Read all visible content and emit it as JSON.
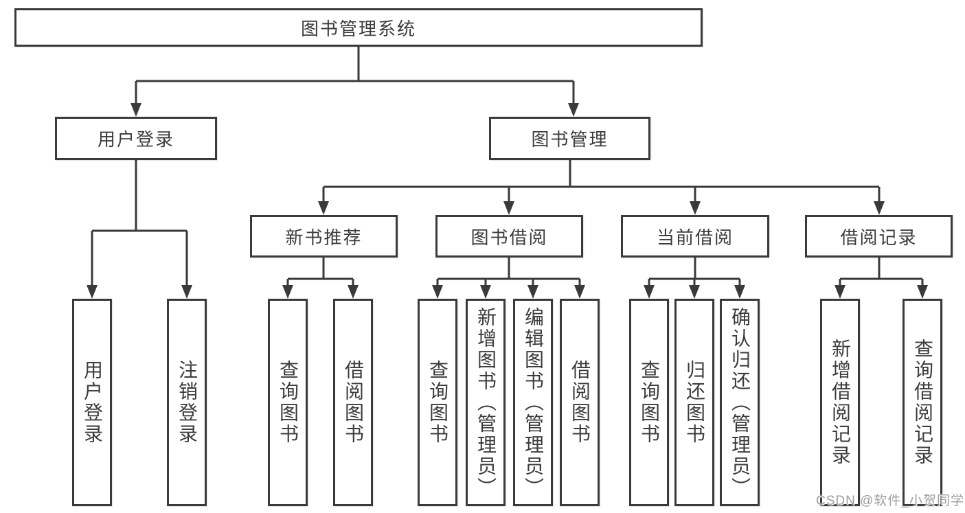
{
  "diagram": {
    "root": "图书管理系统",
    "level2": [
      "用户登录",
      "图书管理"
    ],
    "level3": [
      "新书推荐",
      "图书借阅",
      "当前借阅",
      "借阅记录"
    ],
    "leaves": {
      "user_login": [
        "用户登录",
        "注销登录"
      ],
      "new_books": [
        "查询图书",
        "借阅图书"
      ],
      "book_borrow": [
        "查询图书",
        "新增图书（管理员）",
        "编辑图书（管理员）",
        "借阅图书"
      ],
      "current_borrow": [
        "查询图书",
        "归还图书",
        "确认归还（管理员）"
      ],
      "borrow_records": [
        "新增借阅记录",
        "查询借阅记录"
      ]
    }
  },
  "watermark": {
    "text": "CSDN @软件_小贺同学"
  },
  "colors": {
    "line": "#3a3a3a",
    "text": "#3c3c3c",
    "watermark": "#9e9e9e",
    "background": "#ffffff"
  }
}
